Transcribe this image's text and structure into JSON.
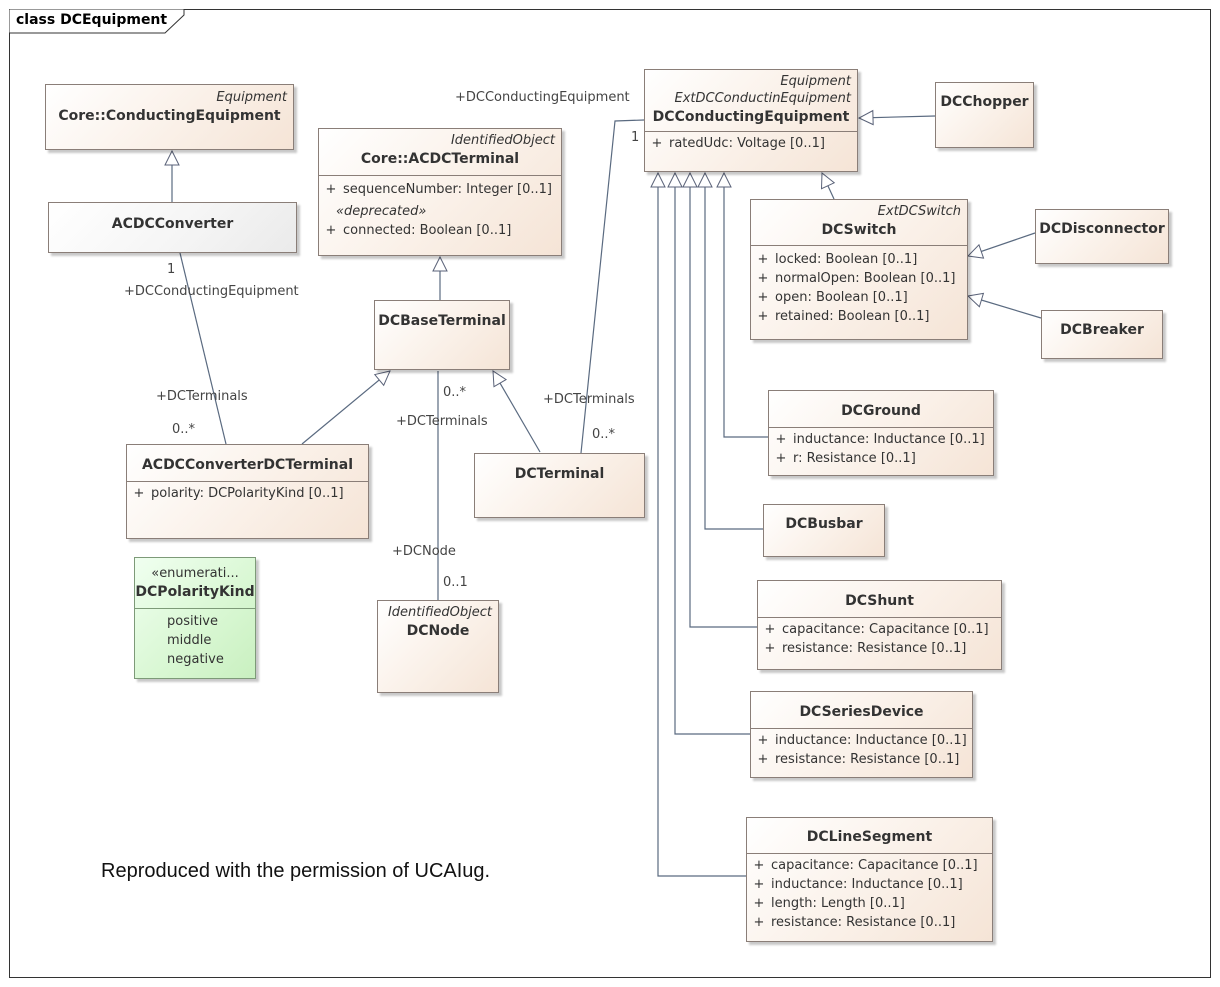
{
  "frame": {
    "title": "class DCEquipment"
  },
  "classes": {
    "conducting_equipment": {
      "stereotype": "Equipment",
      "name": "Core::ConductingEquipment"
    },
    "acdc_converter": {
      "name": "ACDCConverter"
    },
    "acdc_terminal": {
      "stereotype": "IdentifiedObject",
      "name": "Core::ACDCTerminal",
      "attrs": [
        "sequenceNumber: Integer [0..1]",
        "connected: Boolean [0..1]"
      ],
      "deprecated": "«deprecated»"
    },
    "dc_base_terminal": {
      "name": "DCBaseTerminal"
    },
    "acdc_converter_dc_terminal": {
      "name": "ACDCConverterDCTerminal",
      "attrs": [
        "polarity: DCPolarityKind [0..1]"
      ]
    },
    "dc_polarity_kind": {
      "stereotype": "«enumerati...",
      "name": "DCPolarityKind",
      "literals": [
        "positive",
        "middle",
        "negative"
      ]
    },
    "dc_node": {
      "stereotype": "IdentifiedObject",
      "name": "DCNode"
    },
    "dc_terminal": {
      "name": "DCTerminal"
    },
    "dc_conducting_equipment": {
      "stereotype1": "Equipment",
      "stereotype2": "ExtDCConductinEquipment",
      "name": "DCConductingEquipment",
      "attrs": [
        "ratedUdc: Voltage [0..1]"
      ]
    },
    "dc_chopper": {
      "name": "DCChopper"
    },
    "dc_switch": {
      "stereotype": "ExtDCSwitch",
      "name": "DCSwitch",
      "attrs": [
        "locked: Boolean [0..1]",
        "normalOpen: Boolean [0..1]",
        "open: Boolean [0..1]",
        "retained: Boolean [0..1]"
      ]
    },
    "dc_disconnector": {
      "name": "DCDisconnector"
    },
    "dc_breaker": {
      "name": "DCBreaker"
    },
    "dc_ground": {
      "name": "DCGround",
      "attrs": [
        "inductance: Inductance [0..1]",
        "r: Resistance [0..1]"
      ]
    },
    "dc_busbar": {
      "name": "DCBusbar"
    },
    "dc_shunt": {
      "name": "DCShunt",
      "attrs": [
        "capacitance: Capacitance [0..1]",
        "resistance: Resistance [0..1]"
      ]
    },
    "dc_series_device": {
      "name": "DCSeriesDevice",
      "attrs": [
        "inductance: Inductance [0..1]",
        "resistance: Resistance [0..1]"
      ]
    },
    "dc_line_segment": {
      "name": "DCLineSegment",
      "attrs": [
        "capacitance: Capacitance [0..1]",
        "inductance: Inductance [0..1]",
        "length: Length [0..1]",
        "resistance: Resistance [0..1]"
      ]
    }
  },
  "visibility": "+",
  "role_labels": {
    "conv_role_dce": "+DCConductingEquipment",
    "conv_mult_one": "1",
    "conv_role_terms": "+DCTerminals",
    "conv_mult_many": "0..*",
    "node_role_terms": "+DCTerminals",
    "node_mult_many": "0..*",
    "node_role_node": "+DCNode",
    "node_mult_opt": "0..1",
    "term_role_dce": "+DCConductingEquipment",
    "term_mult_one": "1",
    "term_role_terms": "+DCTerminals",
    "term_mult_many": "0..*"
  },
  "credit": "Reproduced with the permission of UCAIug."
}
